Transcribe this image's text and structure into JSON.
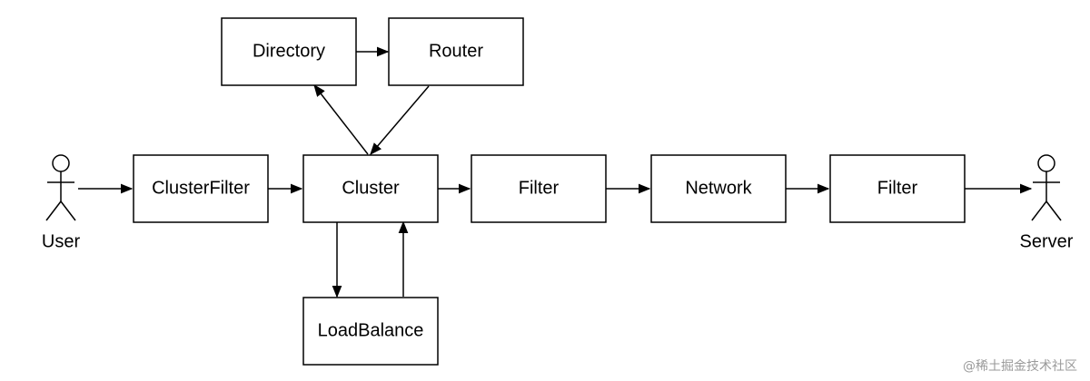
{
  "diagram": {
    "nodes": {
      "directory": "Directory",
      "router": "Router",
      "cluster_filter": "ClusterFilter",
      "cluster": "Cluster",
      "filter_1": "Filter",
      "network": "Network",
      "filter_2": "Filter",
      "load_balance": "LoadBalance"
    },
    "actors": {
      "user": "User",
      "server": "Server"
    }
  },
  "watermark": "@稀土掘金技术社区"
}
